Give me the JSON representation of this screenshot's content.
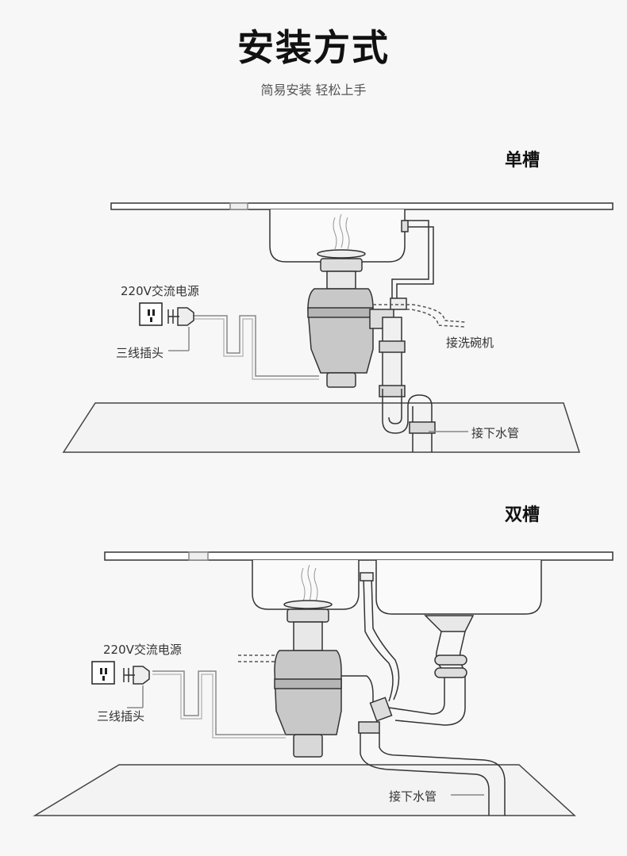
{
  "header": {
    "title": "安装方式",
    "subtitle": "简易安装 轻松上手"
  },
  "single": {
    "label": "单槽",
    "power": "220V交流电源",
    "plug": "三线插头",
    "dishwasher": "接洗碗机",
    "drain": "接下水管"
  },
  "double": {
    "label": "双槽",
    "power": "220V交流电源",
    "plug": "三线插头",
    "drain": "接下水管"
  }
}
